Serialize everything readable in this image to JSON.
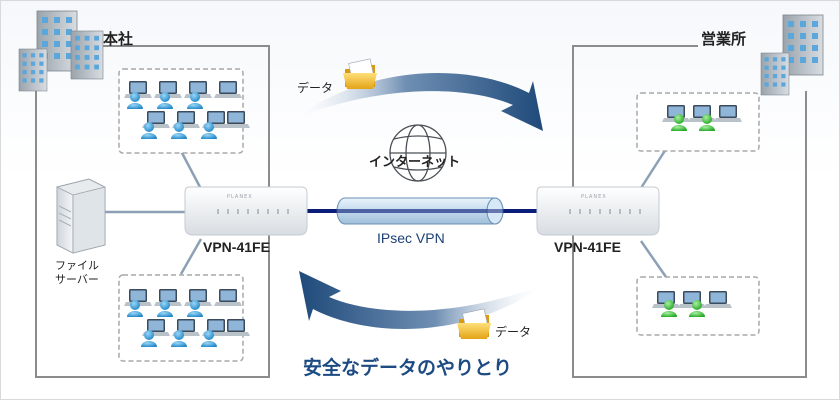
{
  "sites": {
    "head_office": "本社",
    "branch_office": "営業所"
  },
  "data_labels": {
    "top": "データ",
    "bottom": "データ"
  },
  "internet_label": "インターネット",
  "tunnel_label": "IPsec VPN",
  "router_left": {
    "model": "VPN-41FE",
    "brand": "PLANEX"
  },
  "router_right": {
    "model": "VPN-41FE",
    "brand": "PLANEX"
  },
  "file_server_label": [
    "ファイル",
    "サーバー"
  ],
  "caption": "安全なデータのやりとり",
  "colors": {
    "arrow": "#1f4a7a",
    "tunnel_line": "#0b1e78",
    "person_blue": "#3aa3dd",
    "person_green": "#3cc43c",
    "frame": "#888888"
  },
  "icons": [
    "building-icon",
    "folder-icon",
    "globe-icon",
    "laptop-icon",
    "person-icon",
    "server-icon",
    "router-icon"
  ]
}
